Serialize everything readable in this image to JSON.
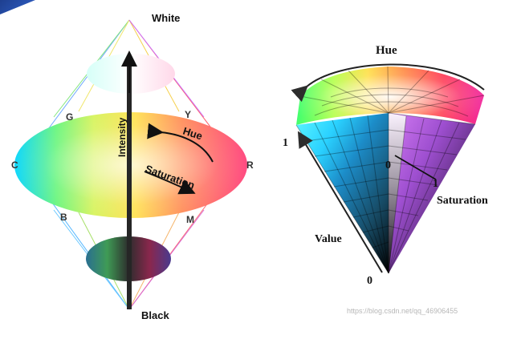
{
  "left_diagram": {
    "labels": {
      "top": "White",
      "bottom": "Black",
      "left": "C",
      "right": "R",
      "upper_left": "G",
      "upper_right": "Y",
      "lower_left": "B",
      "lower_right": "M",
      "axis": "Intensity",
      "hue": "Hue",
      "saturation": "Saturation"
    }
  },
  "right_diagram": {
    "labels": {
      "top": "Hue",
      "left_one": "1",
      "value": "Value",
      "bottom_zero": "0",
      "center_zero": "0",
      "right_one": "1",
      "saturation": "Saturation"
    }
  },
  "watermark": "https://blog.csdn.net/qq_46906455"
}
